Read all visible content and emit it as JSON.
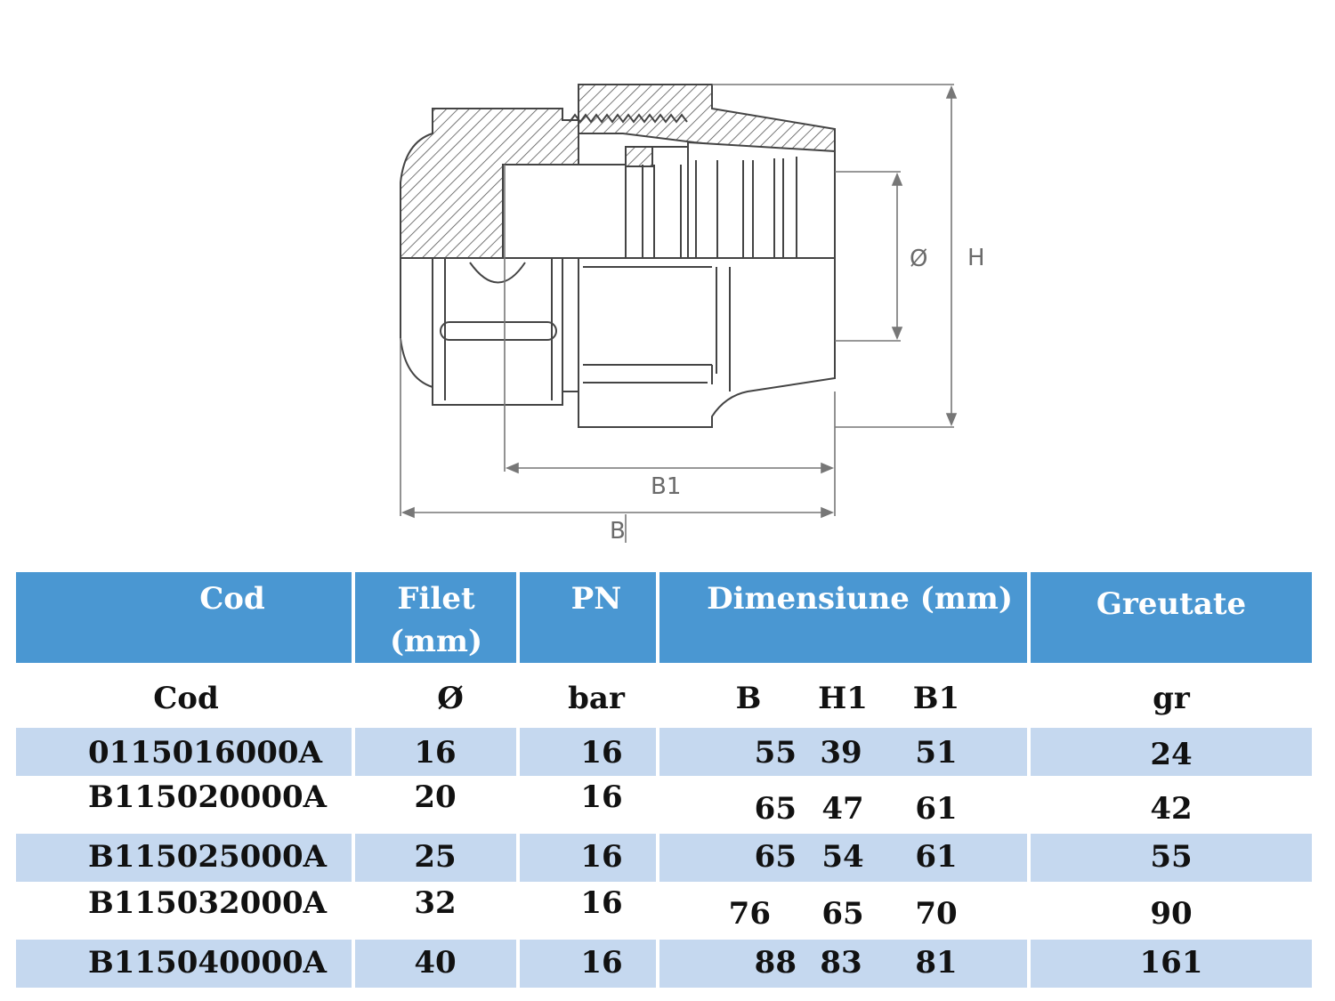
{
  "drawing": {
    "labels": {
      "diameter": "Ø",
      "height": "H",
      "b1": "B1",
      "b": "B"
    }
  },
  "table": {
    "header": {
      "cod": "Cod",
      "filet_line1": "Filet",
      "filet_line2": "(mm)",
      "pn": "PN",
      "dimensiune": "Dimensiune (mm)",
      "greutate": "Greutate"
    },
    "units": {
      "cod": "Cod",
      "filet": "Ø",
      "pn": "bar",
      "b": "B",
      "h1": "H1",
      "b1": "B1",
      "greutate": "gr"
    },
    "rows": [
      {
        "cod": "0115016000A",
        "filet": "16",
        "pn": "16",
        "b": "55",
        "h1": "39",
        "b1": "51",
        "greutate": "24"
      },
      {
        "cod": "B115020000A",
        "filet": "20",
        "pn": "16",
        "b": "65",
        "h1": "47",
        "b1": "61",
        "greutate": "42"
      },
      {
        "cod": "B115025000A",
        "filet": "25",
        "pn": "16",
        "b": "65",
        "h1": "54",
        "b1": "61",
        "greutate": "55"
      },
      {
        "cod": "B115032000A",
        "filet": "32",
        "pn": "16",
        "b": "76",
        "h1": "65",
        "b1": "70",
        "greutate": "90"
      },
      {
        "cod": "B115040000A",
        "filet": "40",
        "pn": "16",
        "b": "88",
        "h1": "83",
        "b1": "81",
        "greutate": "161"
      }
    ],
    "colors": {
      "header_bg": "#4a97d2",
      "band_bg": "#c5d8ef",
      "header_text": "#ffffff"
    }
  }
}
